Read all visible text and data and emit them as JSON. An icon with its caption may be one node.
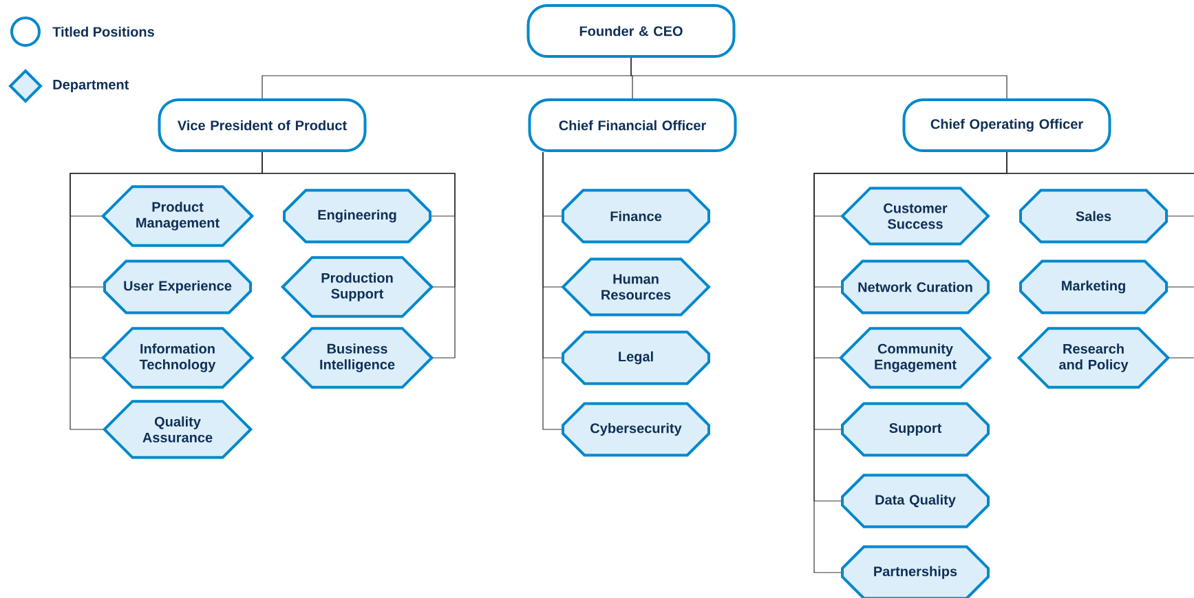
{
  "diagram": {
    "nodes": [
      {
        "text": [
          "Founder & CEO"
        ]
      },
      {
        "text": [
          "Vice President of Product"
        ]
      },
      {
        "text": [
          "Chief Financial Officer"
        ]
      },
      {
        "text": [
          "Chief Operating Officer"
        ]
      },
      {
        "text": [
          "Product Management"
        ]
      },
      {
        "text": [
          "User Experience"
        ]
      },
      {
        "text": [
          "Information Technology"
        ]
      },
      {
        "text": [
          "Quality Assurance"
        ]
      },
      {
        "text": [
          "Engineering"
        ]
      },
      {
        "text": [
          "Production Support"
        ]
      },
      {
        "text": [
          "Business Intelligence"
        ]
      },
      {
        "text": [
          "Finance"
        ]
      },
      {
        "text": [
          "Human Resources"
        ]
      },
      {
        "text": [
          "Legal"
        ]
      },
      {
        "text": [
          "Cybersecurity"
        ]
      },
      {
        "text": [
          "Customer Success"
        ]
      },
      {
        "text": [
          "Network Curation"
        ]
      },
      {
        "text": [
          "Community Engagement"
        ]
      },
      {
        "text": [
          "Support"
        ]
      },
      {
        "text": [
          "Data Quality"
        ]
      },
      {
        "text": [
          "Partnerships"
        ]
      },
      {
        "text": [
          "Sales"
        ]
      },
      {
        "text": [
          "Marketing"
        ]
      },
      {
        "text": [
          "Research and Policy"
        ]
      }
    ],
    "edges": [
      {
        "from": 0,
        "to": 1,
        "arrow": "none"
      },
      {
        "from": 0,
        "to": 2,
        "arrow": "none"
      },
      {
        "from": 0,
        "to": 3,
        "arrow": "none"
      },
      {
        "from": 1,
        "to": 4,
        "arrow": "none"
      },
      {
        "from": 1,
        "to": 5,
        "arrow": "none"
      },
      {
        "from": 1,
        "to": 6,
        "arrow": "none"
      },
      {
        "from": 1,
        "to": 7,
        "arrow": "none"
      },
      {
        "from": 1,
        "to": 8,
        "arrow": "none"
      },
      {
        "from": 1,
        "to": 9,
        "arrow": "none"
      },
      {
        "from": 1,
        "to": 10,
        "arrow": "none"
      },
      {
        "from": 2,
        "to": 11,
        "arrow": "none"
      },
      {
        "from": 2,
        "to": 12,
        "arrow": "none"
      },
      {
        "from": 2,
        "to": 13,
        "arrow": "none"
      },
      {
        "from": 2,
        "to": 14,
        "arrow": "none"
      },
      {
        "from": 3,
        "to": 15,
        "arrow": "none"
      },
      {
        "from": 3,
        "to": 16,
        "arrow": "none"
      },
      {
        "from": 3,
        "to": 17,
        "arrow": "none"
      },
      {
        "from": 3,
        "to": 18,
        "arrow": "none"
      },
      {
        "from": 3,
        "to": 19,
        "arrow": "none"
      },
      {
        "from": 3,
        "to": 20,
        "arrow": "none"
      },
      {
        "from": 3,
        "to": 21,
        "arrow": "none"
      },
      {
        "from": 3,
        "to": 22,
        "arrow": "none"
      },
      {
        "from": 3,
        "to": 23,
        "arrow": "none"
      }
    ],
    "legend": [
      {
        "text": "Titled Positions"
      },
      {
        "text": "Department"
      }
    ]
  }
}
